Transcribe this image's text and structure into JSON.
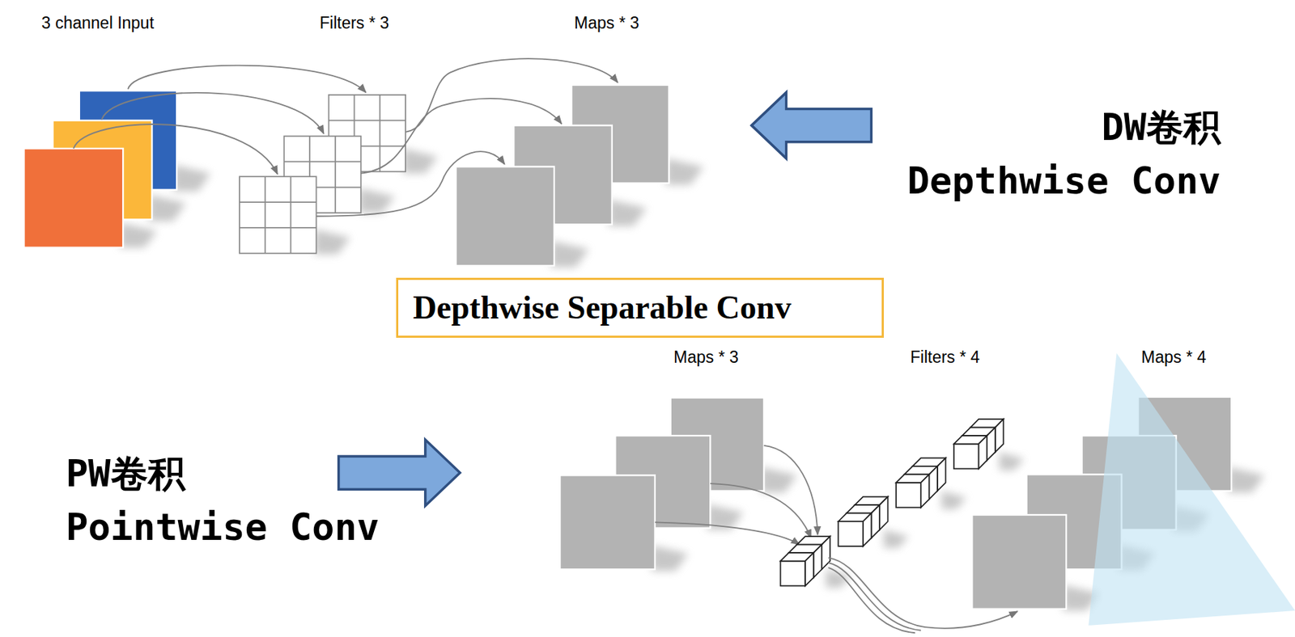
{
  "diagram": {
    "nodes": [
      {
        "text": [
          "Depthwise Separable Conv"
        ]
      }
    ],
    "labels": [
      "3 channel Input",
      "Filters * 3",
      "Maps * 3",
      "DW卷积",
      "Depthwise Conv",
      "Maps * 3",
      "Filters * 4",
      "Maps * 4",
      "PW卷积",
      "Pointwise Conv"
    ]
  }
}
